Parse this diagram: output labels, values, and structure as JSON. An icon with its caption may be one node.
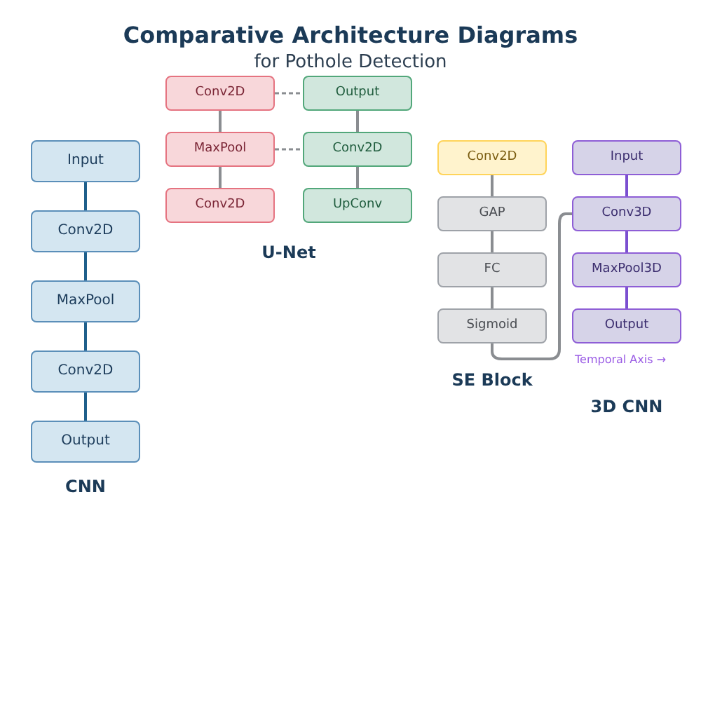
{
  "diagram": {
    "title": "Comparative Architecture Diagrams",
    "nodes": [
      {
        "text": [
          "Input"
        ]
      },
      {
        "text": [
          "Conv2D"
        ]
      },
      {
        "text": [
          "MaxPool"
        ]
      },
      {
        "text": [
          "Conv2D"
        ]
      },
      {
        "text": [
          "Output"
        ]
      },
      {
        "text": [
          "Conv2D"
        ]
      },
      {
        "text": [
          "MaxPool"
        ]
      },
      {
        "text": [
          "Conv2D"
        ]
      },
      {
        "text": [
          "Output"
        ]
      },
      {
        "text": [
          "Conv2D"
        ]
      },
      {
        "text": [
          "UpConv"
        ]
      },
      {
        "text": [
          "Conv2D"
        ]
      },
      {
        "text": [
          "GAP"
        ]
      },
      {
        "text": [
          "FC"
        ]
      },
      {
        "text": [
          "Sigmoid"
        ]
      },
      {
        "text": [
          "Input"
        ]
      },
      {
        "text": [
          "Conv3D"
        ]
      },
      {
        "text": [
          "MaxPool3D"
        ]
      },
      {
        "text": [
          "Output"
        ]
      }
    ],
    "edges": [
      {
        "from": 0,
        "to": 1,
        "arrow": "none",
        "color": "#1f5f8b"
      },
      {
        "from": 1,
        "to": 2,
        "arrow": "none",
        "color": "#1f5f8b"
      },
      {
        "from": 2,
        "to": 3,
        "arrow": "none",
        "color": "#1f5f8b"
      },
      {
        "from": 3,
        "to": 4,
        "arrow": "none",
        "color": "#1f5f8b"
      },
      {
        "from": 5,
        "to": 6,
        "arrow": "none"
      },
      {
        "from": 6,
        "to": 7,
        "arrow": "none"
      },
      {
        "from": 8,
        "to": 9,
        "arrow": "none"
      },
      {
        "from": 9,
        "to": 10,
        "arrow": "none"
      },
      {
        "from": 5,
        "to": 8,
        "arrow": "none",
        "style": "dashed"
      },
      {
        "from": 6,
        "to": 9,
        "arrow": "none",
        "style": "dashed"
      },
      {
        "from": 11,
        "to": 12,
        "arrow": "none"
      },
      {
        "from": 12,
        "to": 13,
        "arrow": "none"
      },
      {
        "from": 13,
        "to": 14,
        "arrow": "none"
      },
      {
        "from": 15,
        "to": 16,
        "arrow": "none",
        "color": "#7b4fd0"
      },
      {
        "from": 16,
        "to": 17,
        "arrow": "none",
        "color": "#7b4fd0"
      },
      {
        "from": 17,
        "to": 18,
        "arrow": "none",
        "color": "#7b4fd0"
      },
      {
        "from": 14,
        "to": 16,
        "arrow": "none"
      }
    ],
    "labels": [
      "for Pothole Detection",
      "U-Net",
      "Temporal Axis →",
      "SE Block",
      "3D CNN",
      "CNN"
    ]
  }
}
